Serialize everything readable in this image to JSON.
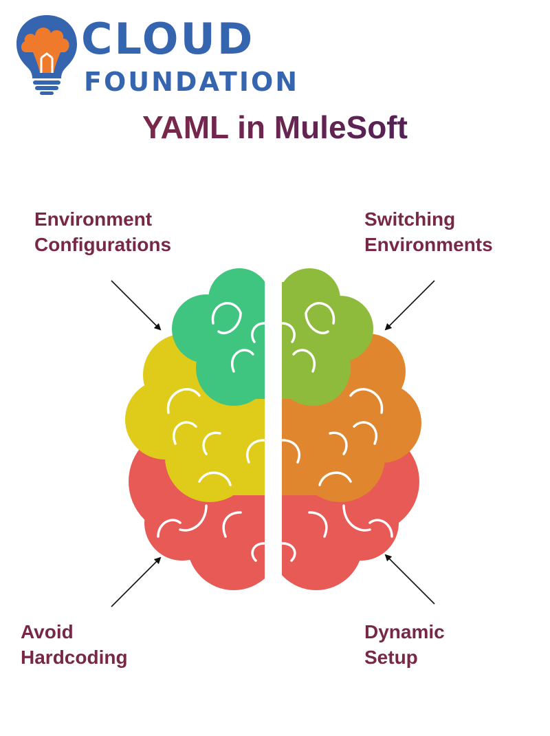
{
  "logo": {
    "line1": "CLOUD",
    "line2": "FOUNDATION",
    "icon": "lightbulb-icon",
    "colors": {
      "text": "#3665b0",
      "bulb": "#ef7a2c",
      "base": "#3665b0"
    }
  },
  "title": "YAML in MuleSoft",
  "labels": {
    "top_left": {
      "line1": "Environment",
      "line2": "Configurations"
    },
    "top_right": {
      "line1": "Switching",
      "line2": "Environments"
    },
    "bottom_left": {
      "line1": "Avoid",
      "line2": "Hardcoding"
    },
    "bottom_right": {
      "line1": "Dynamic",
      "line2": "Setup"
    }
  },
  "brain": {
    "colors": {
      "green": "#3fc57f",
      "yellow": "#dfcb1a",
      "red": "#e85a55",
      "lime": "#8fbb3c",
      "orange": "#e0862f"
    }
  }
}
